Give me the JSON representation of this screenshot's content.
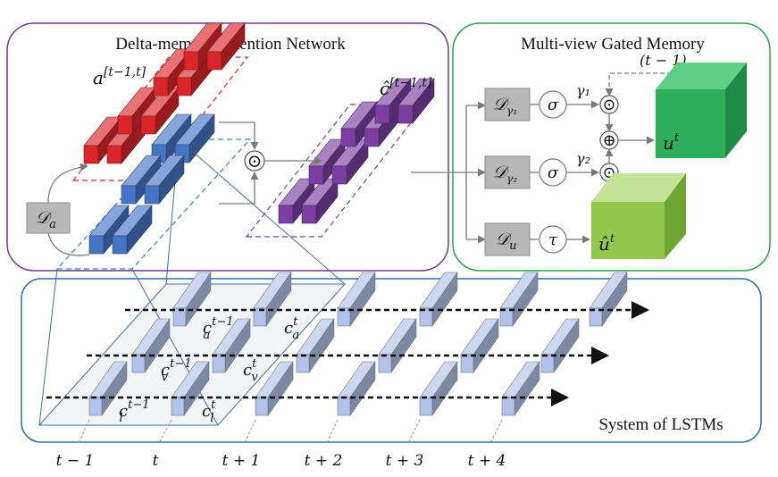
{
  "panels": {
    "dan_title": "Delta-memory Attention Network",
    "mgm_title": "Multi-view Gated Memory",
    "lstm_title": "System of LSTMs"
  },
  "dan_labels": {
    "a_label_base": "a",
    "a_label_sup": "[t−1,t]",
    "c_label_base": "ĉ",
    "c_label_sup": "[t−1,t]",
    "d_a_base": "𝒟",
    "d_a_sub": "a",
    "odot": "⊙"
  },
  "mgm_labels": {
    "t_minus_1": "(t − 1)",
    "d_gamma1_base": "𝒟",
    "d_gamma1_sub": "γ₁",
    "d_gamma2_base": "𝒟",
    "d_gamma2_sub": "γ₂",
    "d_u_base": "𝒟",
    "d_u_sub": "u",
    "sigma1": "σ",
    "sigma2": "σ",
    "tau": "τ",
    "gamma1": "γ₁",
    "gamma2": "γ₂",
    "odot1": "⊙",
    "oplus": "⊕",
    "odot2": "⊙",
    "u_base": "u",
    "u_sup": "t",
    "uhat_base": "û",
    "uhat_sup": "t"
  },
  "lstm_labels": {
    "ca_prev_base": "c",
    "ca_prev_sub": "a",
    "ca_prev_sup": "t−1",
    "ca_cur_base": "c",
    "ca_cur_sub": "a",
    "ca_cur_sup": "t",
    "cv_prev_base": "c",
    "cv_prev_sub": "v",
    "cv_prev_sup": "t−1",
    "cv_cur_base": "c",
    "cv_cur_sub": "v",
    "cv_cur_sup": "t",
    "cl_prev_base": "c",
    "cl_prev_sub": "l",
    "cl_prev_sup": "t−1",
    "cl_cur_base": "c",
    "cl_cur_sub": "l",
    "cl_cur_sup": "t"
  },
  "time_axis": [
    "t − 1",
    "t",
    "t + 1",
    "t + 2",
    "t + 3",
    "t + 4"
  ],
  "colors": {
    "dan_border": "#6a3d8f",
    "mgm_border": "#27a34a",
    "lstm_border": "#2e6fad",
    "red": "#d9262b",
    "blue": "#4674c4",
    "purple": "#7a3fa0",
    "green_dark": "#2fae5b",
    "green_light": "#93c84c",
    "lstm_cell": "#b3c2e8",
    "gray_box": "#b8b8b8"
  }
}
